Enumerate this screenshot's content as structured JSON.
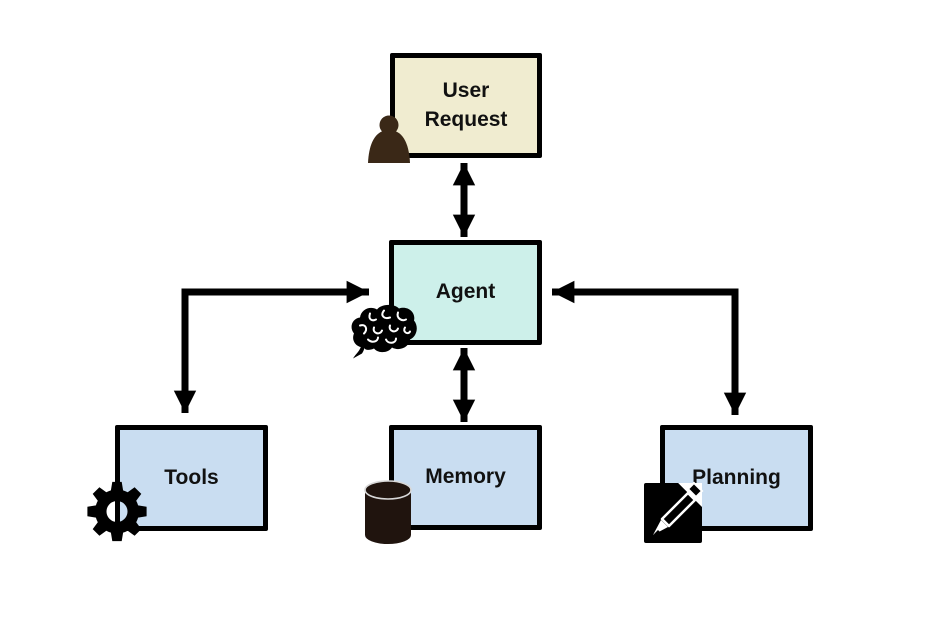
{
  "diagram": {
    "nodes": [
      {
        "id": "user-request",
        "label": "User Request",
        "fill": "#f0ecd0",
        "border": "#000000",
        "icon": "person-icon"
      },
      {
        "id": "agent",
        "label": "Agent",
        "fill": "#cdf0ea",
        "border": "#000000",
        "icon": "brain-icon"
      },
      {
        "id": "tools",
        "label": "Tools",
        "fill": "#c9ddf1",
        "border": "#000000",
        "icon": "gear-icon"
      },
      {
        "id": "memory",
        "label": "Memory",
        "fill": "#c9ddf1",
        "border": "#000000",
        "icon": "database-cylinder-icon"
      },
      {
        "id": "planning",
        "label": "Planning",
        "fill": "#c9ddf1",
        "border": "#000000",
        "icon": "document-pencil-icon"
      }
    ],
    "edges": [
      {
        "from": "user-request",
        "to": "agent",
        "direction": "bidirectional",
        "shape": "straight-vertical"
      },
      {
        "from": "agent",
        "to": "tools",
        "direction": "bidirectional",
        "shape": "elbow"
      },
      {
        "from": "agent",
        "to": "memory",
        "direction": "bidirectional",
        "shape": "straight-vertical"
      },
      {
        "from": "agent",
        "to": "planning",
        "direction": "bidirectional",
        "shape": "elbow"
      }
    ],
    "colors": {
      "background": "#ffffff",
      "connector": "#000000",
      "user_request_fill": "#f0ecd0",
      "agent_fill": "#cdf0ea",
      "bottom_row_fill": "#c9ddf1",
      "person_icon": "#3a2817",
      "database_icon": "#20140e",
      "black_icon": "#000000"
    }
  }
}
